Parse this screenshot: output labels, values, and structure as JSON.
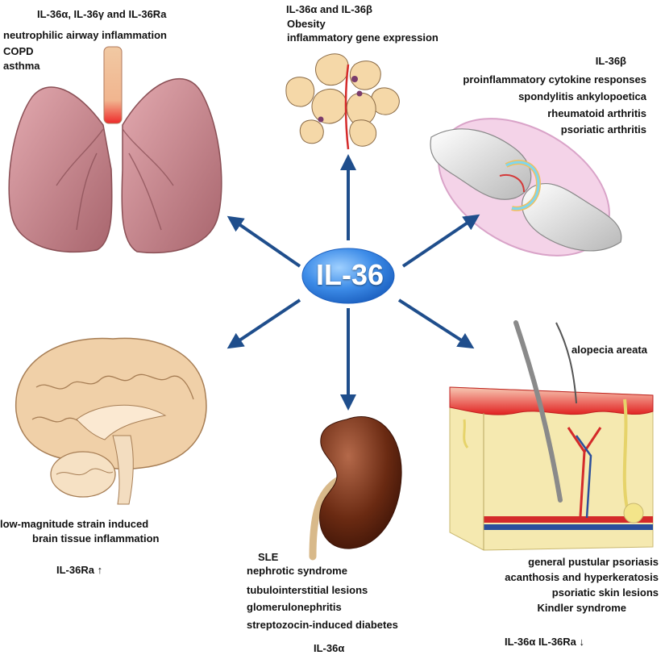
{
  "center": {
    "label": "IL-36"
  },
  "lungs": {
    "cytokines": "IL-36α, IL-36γ and IL-36Ra",
    "conditions": [
      "neutrophilic airway inflammation",
      "COPD",
      "asthma"
    ]
  },
  "adipose": {
    "cytokines": "IL-36α and IL-36β",
    "conditions": [
      "Obesity",
      "inflammatory gene expression"
    ]
  },
  "joint": {
    "cytokines": "IL-36β",
    "conditions": [
      "proinflammatory cytokine responses",
      "spondylitis ankylopoetica",
      "rheumatoid arthritis",
      "psoriatic arthritis"
    ]
  },
  "brain": {
    "conditions": [
      "low-magnitude strain induced",
      "brain tissue inflammation"
    ],
    "cytokines": "IL-36Ra ↑"
  },
  "kidney": {
    "conditions": [
      "SLE",
      "nephrotic syndrome",
      "tubulointerstitial lesions",
      "glomerulonephritis",
      "streptozocin-induced diabetes"
    ],
    "cytokines": "IL-36α"
  },
  "skin": {
    "top_condition": "alopecia areata",
    "conditions": [
      "general pustular psoriasis",
      "acanthosis and hyperkeratosis",
      "psoriatic skin lesions",
      "Kindler syndrome"
    ],
    "cytokines": "IL-36α  IL-36Ra ↓"
  },
  "colors": {
    "arrow": "#1f4e8c",
    "center_fill": "#2e7fe0",
    "lung": "#c98a8f",
    "brain": "#f0d0a8",
    "kidney": "#6a2a12",
    "skin": "#f5e9b0"
  }
}
